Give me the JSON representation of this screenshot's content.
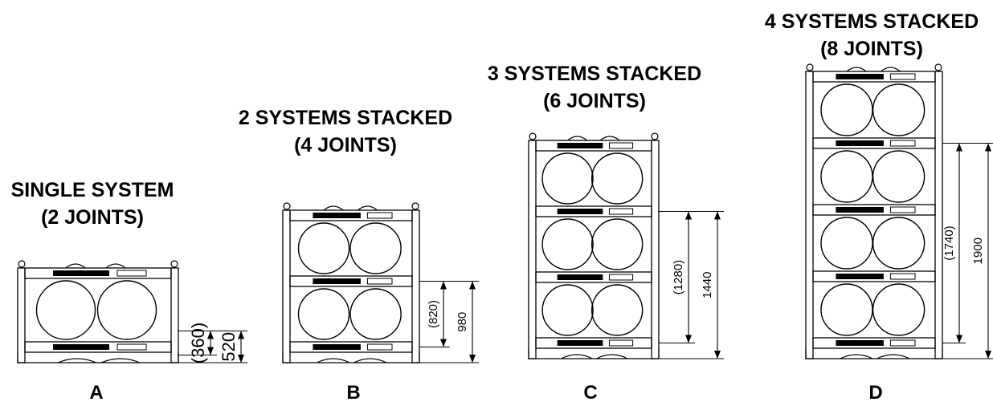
{
  "systems": [
    {
      "id": "A",
      "title_line1": "SINGLE SYSTEM",
      "title_line2": "(2 JOINTS)",
      "inner_dim": "(360)",
      "outer_dim": "520",
      "stacks": 1
    },
    {
      "id": "B",
      "title_line1": "2 SYSTEMS STACKED",
      "title_line2": "(4 JOINTS)",
      "inner_dim": "(820)",
      "outer_dim": "980",
      "stacks": 2
    },
    {
      "id": "C",
      "title_line1": "3 SYSTEMS STACKED",
      "title_line2": "(6 JOINTS)",
      "inner_dim": "(1280)",
      "outer_dim": "1440",
      "stacks": 3
    },
    {
      "id": "D",
      "title_line1": "4 SYSTEMS STACKED",
      "title_line2": "(8 JOINTS)",
      "inner_dim": "(1740)",
      "outer_dim": "1900",
      "stacks": 4
    }
  ],
  "colors": {
    "line": "#000000",
    "background": "#ffffff"
  }
}
